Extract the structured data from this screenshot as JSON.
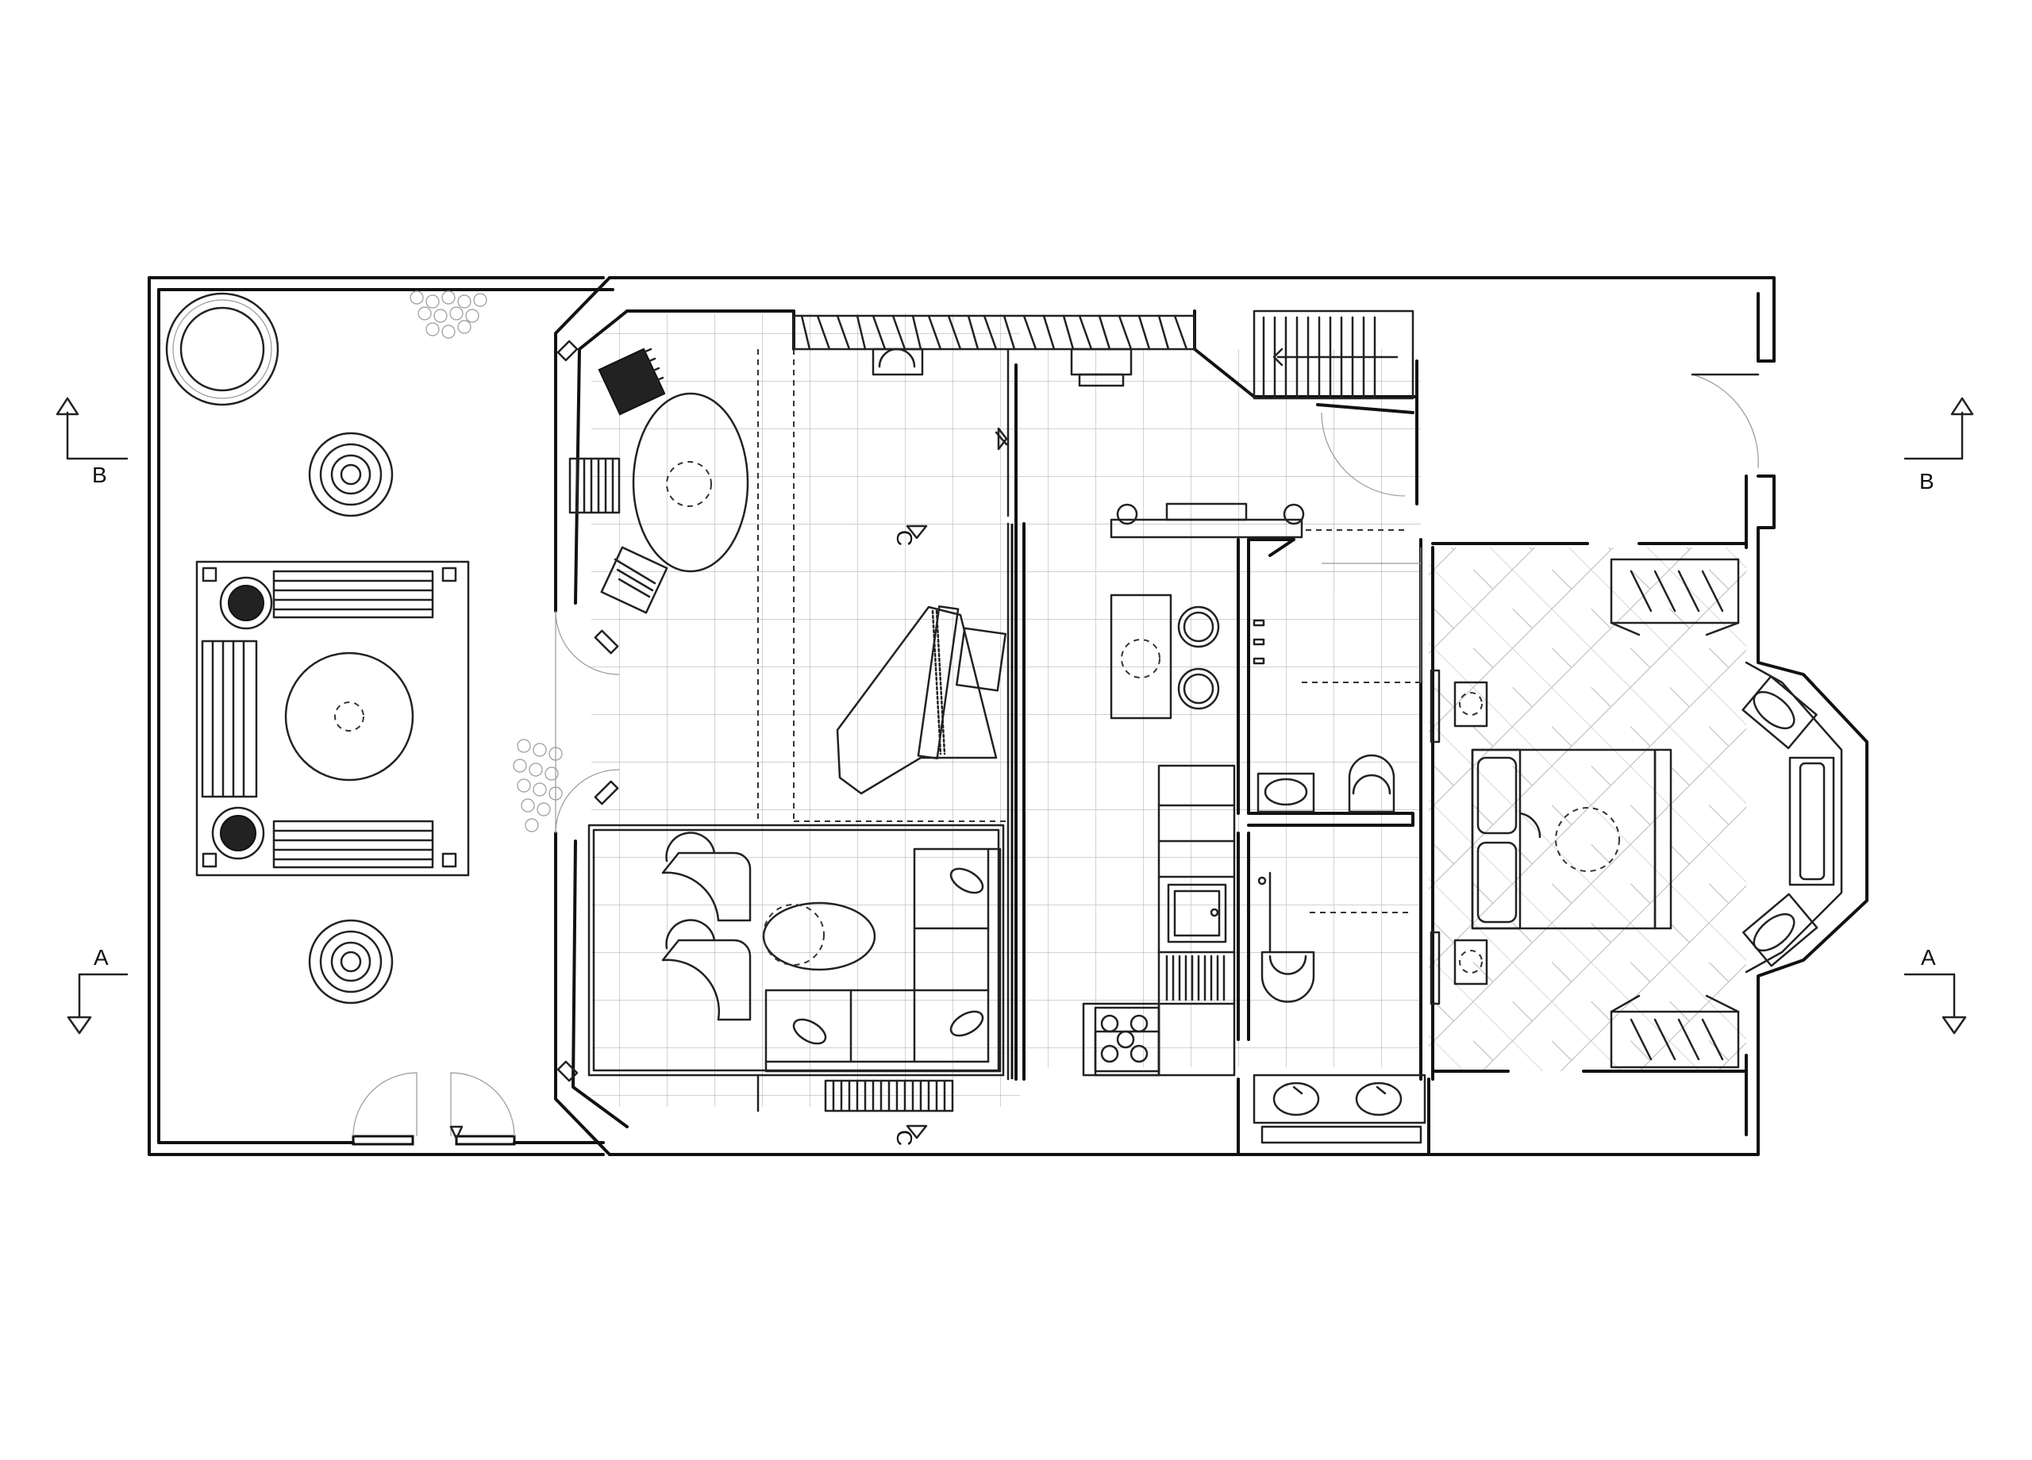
{
  "section_markers": {
    "a_left": "A",
    "a_right": "A",
    "b_left": "B",
    "b_right": "B",
    "c_top": "C",
    "c_bottom": "C"
  }
}
